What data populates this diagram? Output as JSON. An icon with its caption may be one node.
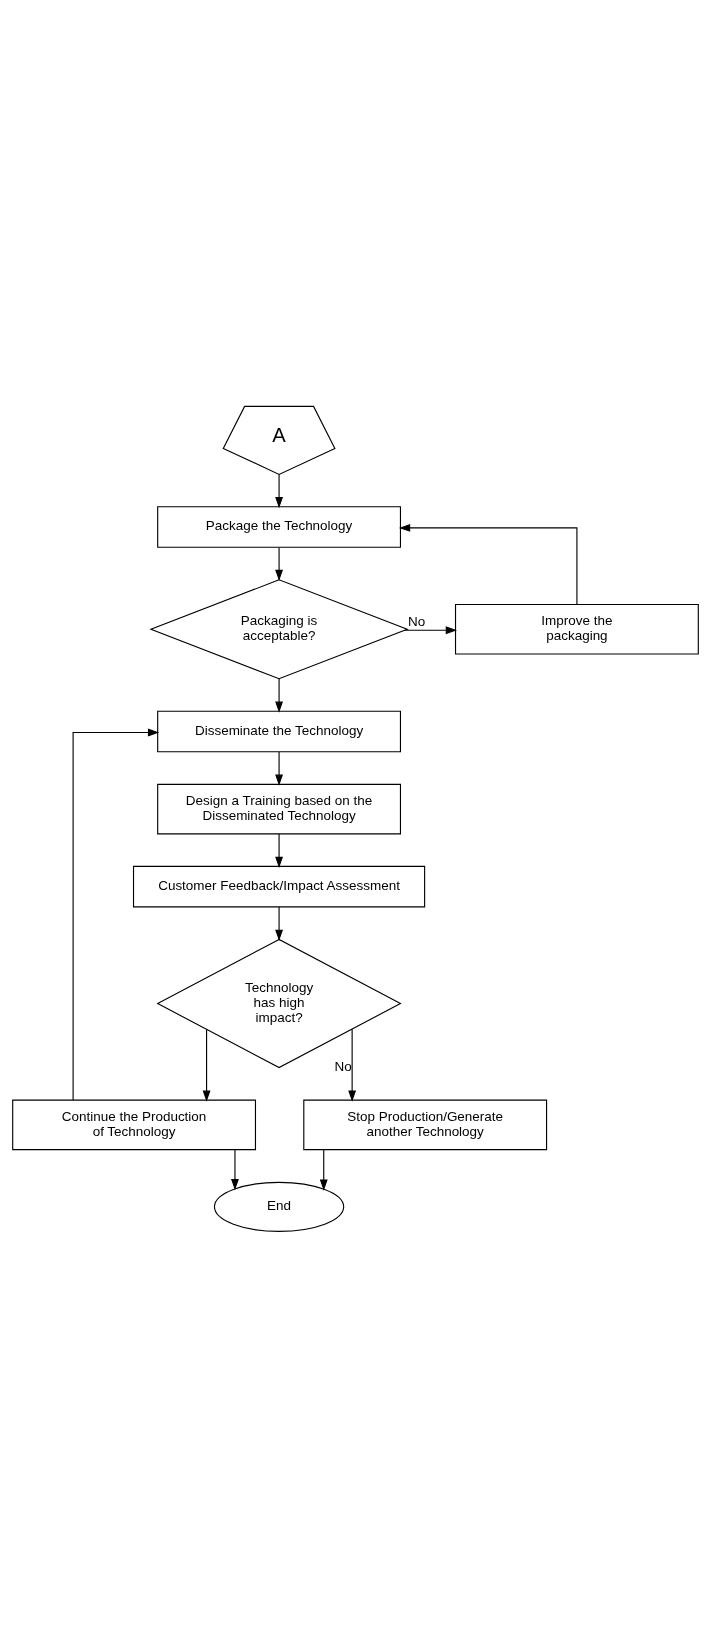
{
  "diagram": {
    "nodes": [
      {
        "text": [
          "A"
        ]
      },
      {
        "text": [
          "Package the Technology"
        ]
      },
      {
        "text": [
          "Packaging is acceptable?"
        ]
      },
      {
        "text": [
          "Improve the packaging"
        ]
      },
      {
        "text": [
          "Disseminate the Technology"
        ]
      },
      {
        "text": [
          "Design a Training based on the Disseminated Technology"
        ]
      },
      {
        "text": [
          "Customer Feedback/Impact Assessment"
        ]
      },
      {
        "text": [
          "Technology has high impact?"
        ]
      },
      {
        "text": [
          "Continue the Production of Technology"
        ]
      },
      {
        "text": [
          "Stop Production/Generate another Technology"
        ]
      },
      {
        "text": [
          "End"
        ]
      }
    ],
    "edges": [
      {
        "from": 0,
        "to": 1,
        "arrow": "to"
      },
      {
        "from": 1,
        "to": 2,
        "arrow": "to"
      },
      {
        "from": 2,
        "to": 3,
        "arrow": "to",
        "label": "No"
      },
      {
        "from": 3,
        "to": 1,
        "arrow": "to"
      },
      {
        "from": 2,
        "to": 4,
        "arrow": "to"
      },
      {
        "from": 4,
        "to": 5,
        "arrow": "to"
      },
      {
        "from": 5,
        "to": 6,
        "arrow": "to"
      },
      {
        "from": 6,
        "to": 7,
        "arrow": "to"
      },
      {
        "from": 7,
        "to": 9,
        "arrow": "to",
        "label": "No"
      },
      {
        "from": 7,
        "to": 8,
        "arrow": "to"
      },
      {
        "from": 8,
        "to": 4,
        "arrow": "to"
      },
      {
        "from": 9,
        "to": 10,
        "arrow": "to"
      },
      {
        "from": 8,
        "to": 10,
        "arrow": "to"
      }
    ]
  }
}
